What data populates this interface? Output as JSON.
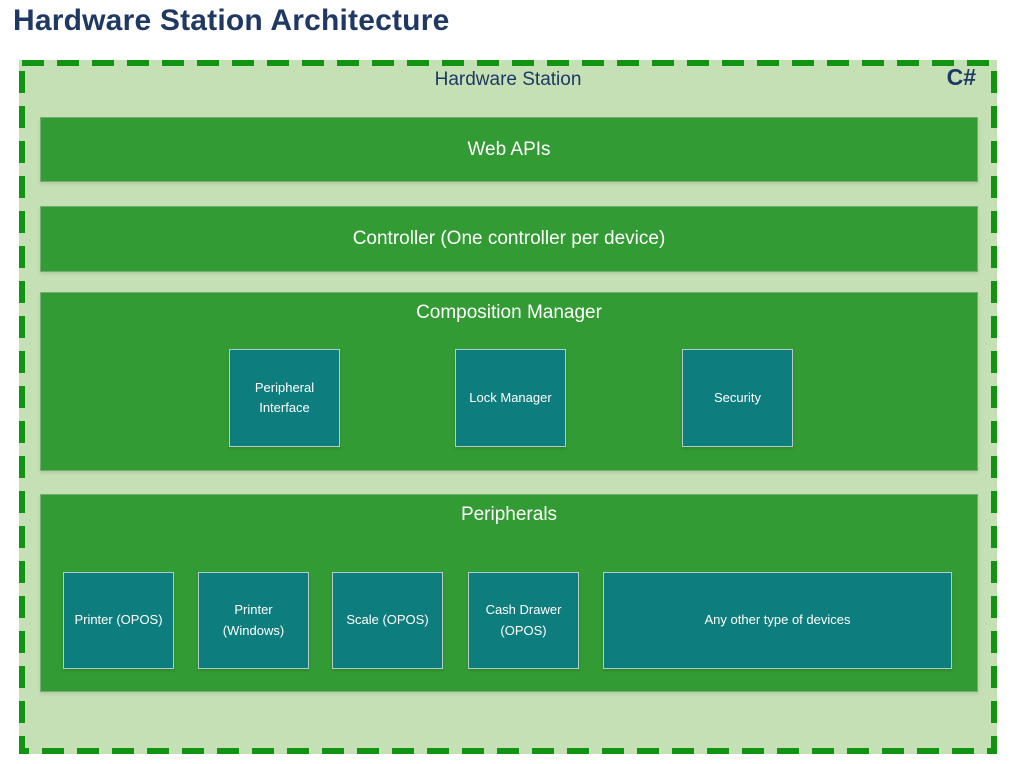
{
  "page": {
    "title": "Hardware Station Architecture"
  },
  "station": {
    "label": "Hardware Station",
    "language_badge": "C#",
    "layers": {
      "web_apis": {
        "label": "Web APIs"
      },
      "controller": {
        "label": "Controller (One controller per device)"
      },
      "composition_manager": {
        "label": "Composition Manager",
        "components": [
          {
            "label": "Peripheral Interface"
          },
          {
            "label": "Lock Manager"
          },
          {
            "label": "Security"
          }
        ]
      },
      "peripherals": {
        "label": "Peripherals",
        "devices": [
          {
            "label": "Printer (OPOS)"
          },
          {
            "label": "Printer (Windows)"
          },
          {
            "label": "Scale (OPOS)"
          },
          {
            "label": "Cash Drawer (OPOS)"
          },
          {
            "label": "Any other type of devices"
          }
        ]
      }
    }
  },
  "colors": {
    "title_text": "#1F3864",
    "frame_fill": "#C5E0B4",
    "frame_dash": "#119411",
    "layer_green": "#339B33",
    "component_teal": "#0E7D7D",
    "layer_text": "#FFFFFF"
  }
}
